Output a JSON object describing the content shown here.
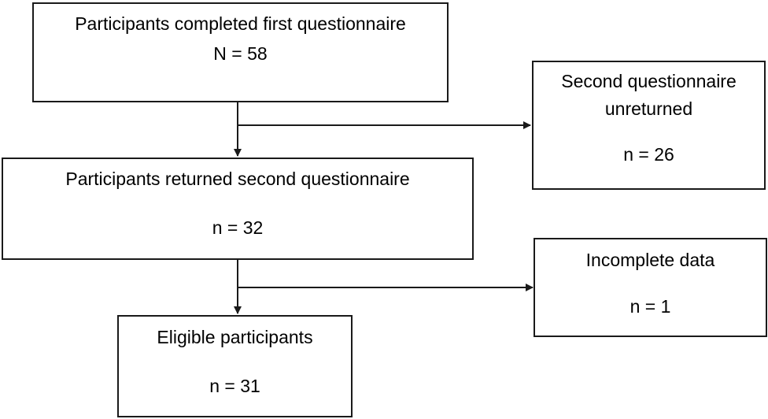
{
  "colors": {
    "border": "#1a1a1a",
    "connector": "#1a1a1a",
    "background": "#ffffff",
    "text": "#000000"
  },
  "boxes": {
    "first_questionnaire": {
      "title": "Participants completed first questionnaire",
      "count": "N = 58"
    },
    "second_unreturned": {
      "title_line1": "Second questionnaire",
      "title_line2": "unreturned",
      "count": "n = 26"
    },
    "returned_second": {
      "title": "Participants returned second questionnaire",
      "count": "n = 32"
    },
    "incomplete_data": {
      "title": "Incomplete data",
      "count": "n = 1"
    },
    "eligible": {
      "title": "Eligible participants",
      "count": "n = 31"
    }
  }
}
